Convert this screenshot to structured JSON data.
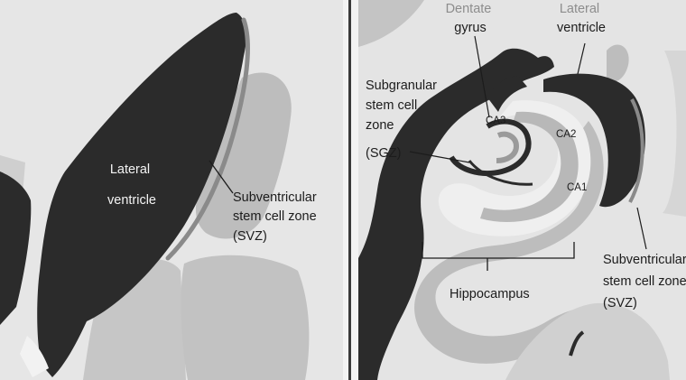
{
  "left_panel": {
    "labels": {
      "lateral_ventricle": [
        "Lateral",
        "ventricle"
      ],
      "svz": [
        "Subventricular",
        "stem cell zone",
        "(SVZ)"
      ]
    }
  },
  "right_panel": {
    "labels": {
      "dentate_gyrus": [
        "Dentate",
        "gyrus"
      ],
      "lateral_ventricle": [
        "Lateral",
        "ventricle"
      ],
      "sgz": [
        "Subgranular",
        "stem cell",
        "zone",
        "(SGZ)"
      ],
      "ca3": "CA3",
      "ca2": "CA2",
      "ca1": "CA1",
      "hippocampus": "Hippocampus",
      "svz": [
        "Subventricular",
        "stem cell zone",
        "(SVZ)"
      ]
    }
  },
  "colors": {
    "background": "#e4e4e4",
    "ventricle": "#2b2b2b",
    "tissue": "#bdbdbd",
    "svz_outline": "#8a8a8a",
    "divider": "#3a3a3a"
  }
}
